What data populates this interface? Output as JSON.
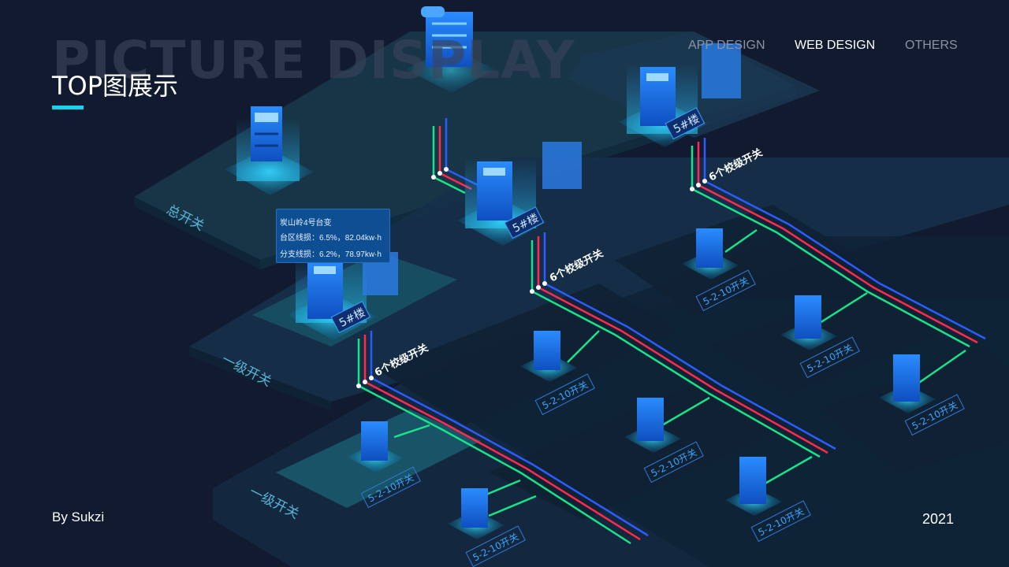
{
  "header": {
    "watermark": "PICTURE DISPLAY",
    "title": "TOP图展示"
  },
  "nav": {
    "items": [
      {
        "label": "APP DESIGN",
        "color": "#8a93a6"
      },
      {
        "label": "WEB DESIGN",
        "color": "#ffffff"
      },
      {
        "label": "OTHERS",
        "color": "#8a93a6"
      }
    ]
  },
  "footer": {
    "author": "By Sukzi",
    "year": "2021"
  },
  "scene": {
    "platform_labels": {
      "main": "总开关",
      "level1_a": "一级开关",
      "level1_b": "一级开关"
    },
    "building_label": "5#楼",
    "branch_label": "6个校级开关",
    "switch_label": "5-2-10开关",
    "tooltip": {
      "title": "炭山岭4号台变",
      "line1": "台区线损：6.5%，82.04kw·h",
      "line2": "分支线损：6.2%，78.97kw·h"
    }
  },
  "colors": {
    "background": "#111a2e",
    "accent": "#19d3ec",
    "wire_blue": "#2b5cff",
    "wire_red": "#ff2a4e",
    "wire_green": "#19e38a",
    "device_glow": "#29c6ff"
  }
}
